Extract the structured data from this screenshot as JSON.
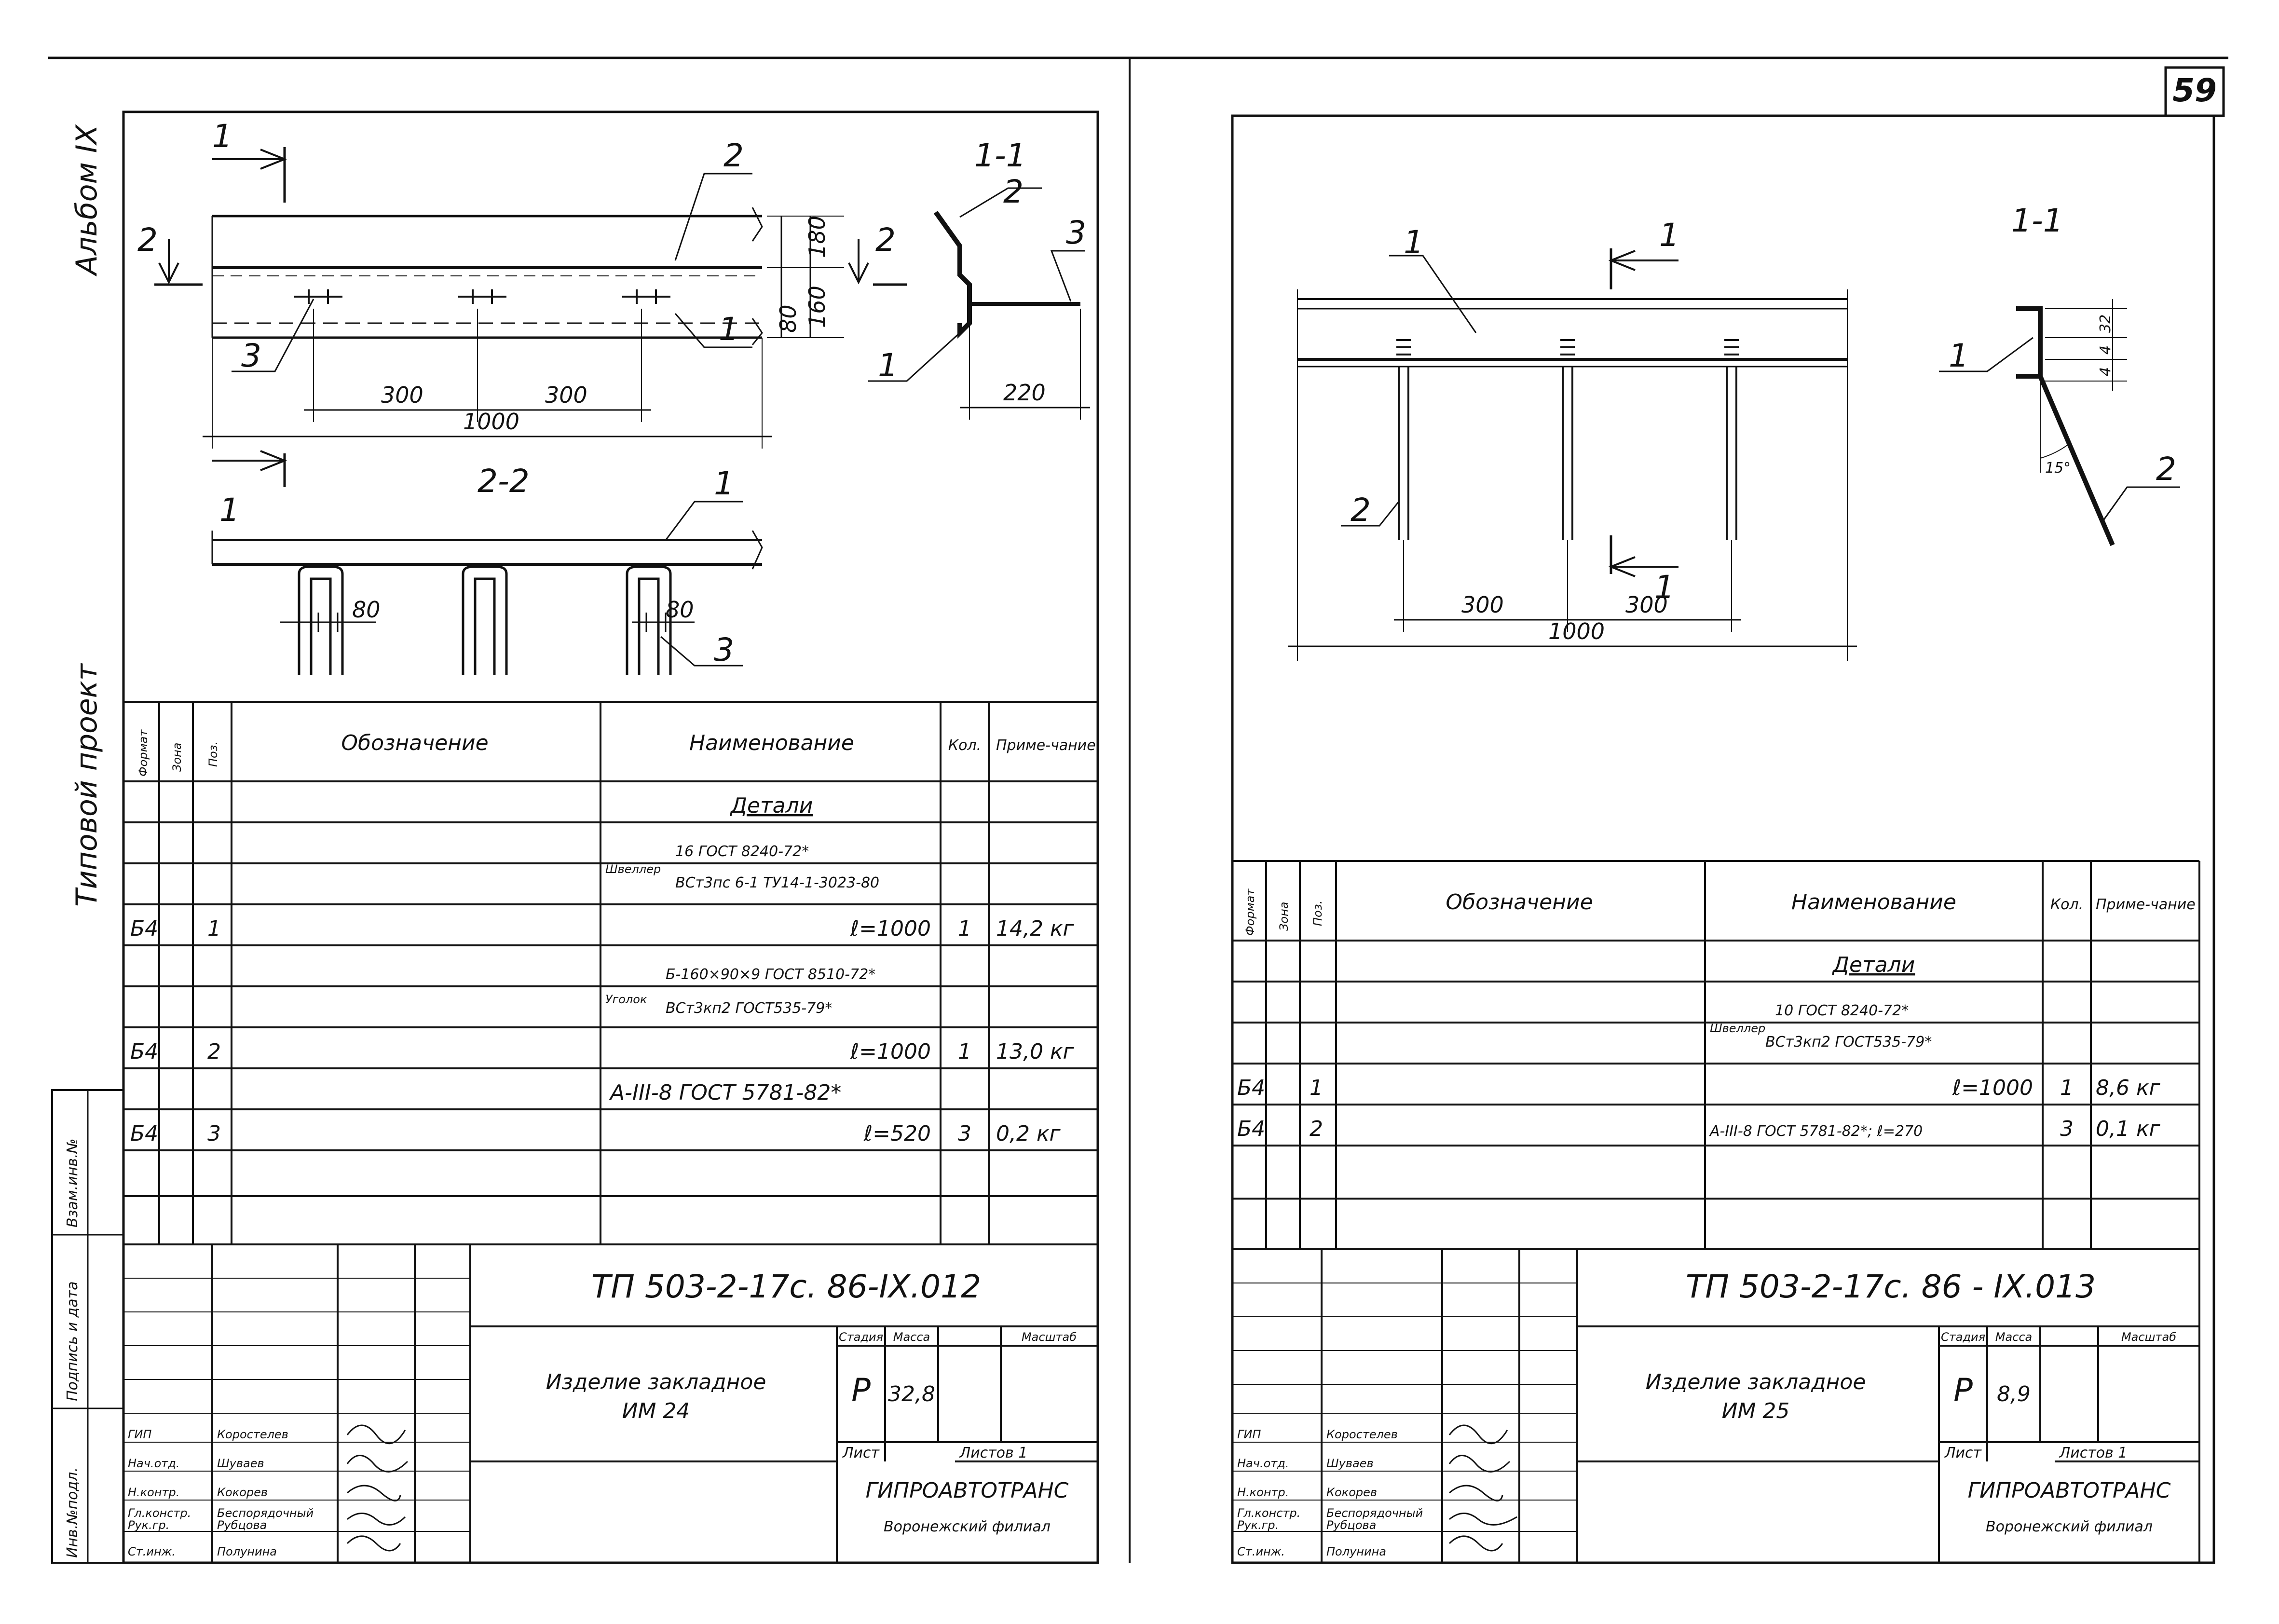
{
  "page_number": "59",
  "margin": {
    "album": "Альбом IX",
    "project": "Типовой проект",
    "stamp1": "Инв.№подл.",
    "stamp2": "Подпись и дата",
    "stamp3": "Взам.инв.№"
  },
  "left": {
    "views": {
      "sec_1_1": "1-1",
      "sec_2_2": "2-2",
      "labels": {
        "cut1": "1",
        "cut2": "2",
        "p1": "1",
        "p2": "2",
        "p3": "3"
      },
      "dims": {
        "d300a": "300",
        "d300b": "300",
        "d1000": "1000",
        "d180": "180",
        "d160": "160",
        "d80": "80",
        "d220": "220",
        "d80a": "80",
        "d80b": "80"
      }
    },
    "table": {
      "headers": {
        "format": "Формат",
        "zone": "Зона",
        "pos": "Поз.",
        "designation": "Обозначение",
        "name": "Наименование",
        "qty": "Кол.",
        "note": "Приме-чание"
      },
      "section": "Детали",
      "rows": [
        {
          "name_prefix": "Швеллер",
          "name_top": "16 ГОСТ 8240-72*",
          "name_bottom": "ВСт3пс 6-1 ТУ14-1-3023-80"
        },
        {
          "format": "Б4",
          "pos": "1",
          "name": "ℓ=1000",
          "qty": "1",
          "note": "14,2 кг"
        },
        {
          "name_prefix": "Уголок",
          "name_top": "Б-160×90×9 ГОСТ 8510-72*",
          "name_bottom": "ВСт3кп2 ГОСТ535-79*"
        },
        {
          "format": "Б4",
          "pos": "2",
          "name": "ℓ=1000",
          "qty": "1",
          "note": "13,0 кг"
        },
        {
          "name": "А-III-8 ГОСТ 5781-82*"
        },
        {
          "format": "Б4",
          "pos": "3",
          "name": "ℓ=520",
          "qty": "3",
          "note": "0,2 кг"
        }
      ]
    },
    "title": {
      "code": "ТП  503-2-17с. 86-IX.012",
      "item_name": "Изделие закладное",
      "item_code": "ИМ 24",
      "stage_label": "Стадия",
      "mass_label": "Масса",
      "scale_label": "Масштаб",
      "stage": "Р",
      "mass": "32,8",
      "sheet_label": "Лист",
      "sheets_label": "Листов 1",
      "org": "ГИПРОАВТОТРАНС",
      "branch": "Воронежский филиал",
      "staff": [
        {
          "role": "ГИП",
          "name": "Коростелев"
        },
        {
          "role": "Нач.отд.",
          "name": "Шуваев"
        },
        {
          "role": "Н.контр.",
          "name": "Кокорев"
        },
        {
          "role": "Гл.констр.",
          "name": "Беспорядочный"
        },
        {
          "role": "Рук.гр.",
          "name": "Рубцова"
        },
        {
          "role": "Ст.инж.",
          "name": "Полунина"
        }
      ]
    }
  },
  "right": {
    "views": {
      "sec_1_1": "1-1",
      "labels": {
        "cut1": "1",
        "p1": "1",
        "p2": "2"
      },
      "dims": {
        "d300a": "300",
        "d300b": "300",
        "d1000": "1000",
        "d32": "32",
        "d4a": "4",
        "d4b": "4",
        "angle": "15°"
      }
    },
    "table": {
      "headers": {
        "format": "Формат",
        "zone": "Зона",
        "pos": "Поз.",
        "designation": "Обозначение",
        "name": "Наименование",
        "qty": "Кол.",
        "note": "Приме-чание"
      },
      "section": "Детали",
      "rows": [
        {
          "name_prefix": "Швеллер",
          "name_top": "10 ГОСТ 8240-72*",
          "name_bottom": "ВСт3кп2 ГОСТ535-79*"
        },
        {
          "format": "Б4",
          "pos": "1",
          "name": "ℓ=1000",
          "qty": "1",
          "note": "8,6 кг"
        },
        {
          "format": "Б4",
          "pos": "2",
          "name": "А-III-8 ГОСТ 5781-82*; ℓ=270",
          "qty": "3",
          "note": "0,1 кг"
        }
      ]
    },
    "title": {
      "code": "ТП  503-2-17с. 86 -  IX.013",
      "item_name": "Изделие закладное",
      "item_code": "ИМ 25",
      "stage_label": "Стадия",
      "mass_label": "Масса",
      "scale_label": "Масштаб",
      "stage": "Р",
      "mass": "8,9",
      "sheet_label": "Лист",
      "sheets_label": "Листов 1",
      "org": "ГИПРОАВТОТРАНС",
      "branch": "Воронежский филиал",
      "staff": [
        {
          "role": "ГИП",
          "name": "Коростелев"
        },
        {
          "role": "Нач.отд.",
          "name": "Шуваев"
        },
        {
          "role": "Н.контр.",
          "name": "Кокорев"
        },
        {
          "role": "Гл.констр.",
          "name": "Беспорядочный"
        },
        {
          "role": "Рук.гр.",
          "name": "Рубцова"
        },
        {
          "role": "Ст.инж.",
          "name": "Полунина"
        }
      ]
    }
  }
}
